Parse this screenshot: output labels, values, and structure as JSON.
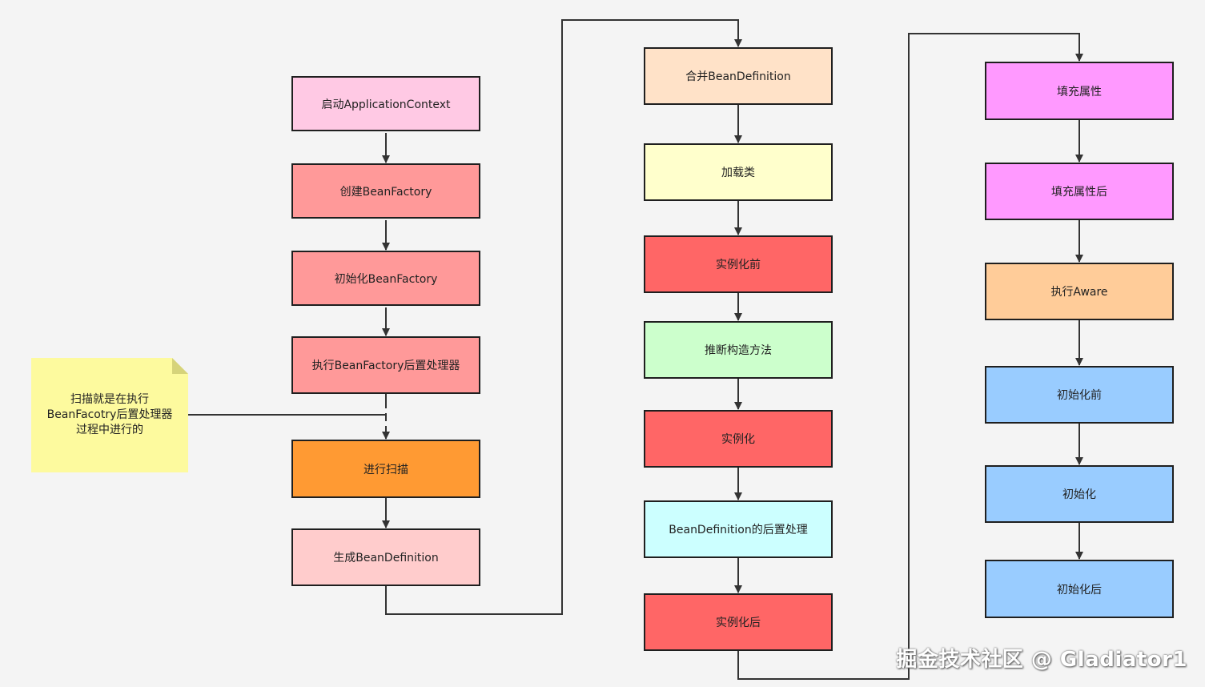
{
  "col1": [
    {
      "label": "启动ApplicationContext",
      "color": "#ffc9e4"
    },
    {
      "label": "创建BeanFactory",
      "color": "#ff9999"
    },
    {
      "label": "初始化BeanFactory",
      "color": "#ff9999"
    },
    {
      "label": "执行BeanFactory后置处理器",
      "color": "#ff9999"
    },
    {
      "label": "进行扫描",
      "color": "#ff9a33"
    },
    {
      "label": "生成BeanDefinition",
      "color": "#ffcccc"
    }
  ],
  "col2": [
    {
      "label": "合并BeanDefinition",
      "color": "#ffe2c8"
    },
    {
      "label": "加载类",
      "color": "#ffffcc"
    },
    {
      "label": "实例化前",
      "color": "#ff6666"
    },
    {
      "label": "推断构造方法",
      "color": "#ccffcc"
    },
    {
      "label": "实例化",
      "color": "#ff6666"
    },
    {
      "label": "BeanDefinition的后置处理",
      "color": "#ccffff"
    },
    {
      "label": "实例化后",
      "color": "#ff6666"
    }
  ],
  "col3": [
    {
      "label": "填充属性",
      "color": "#ff99ff"
    },
    {
      "label": "填充属性后",
      "color": "#ff99ff"
    },
    {
      "label": "执行Aware",
      "color": "#ffcc99"
    },
    {
      "label": "初始化前",
      "color": "#99ccff"
    },
    {
      "label": "初始化",
      "color": "#99ccff"
    },
    {
      "label": "初始化后",
      "color": "#99ccff"
    }
  ],
  "note": {
    "text": "扫描就是在执行\nBeanFacotry后置处理器\n过程中进行的",
    "color": "#fdfa9e"
  },
  "watermark": "掘金技术社区 @ Gladiator1"
}
